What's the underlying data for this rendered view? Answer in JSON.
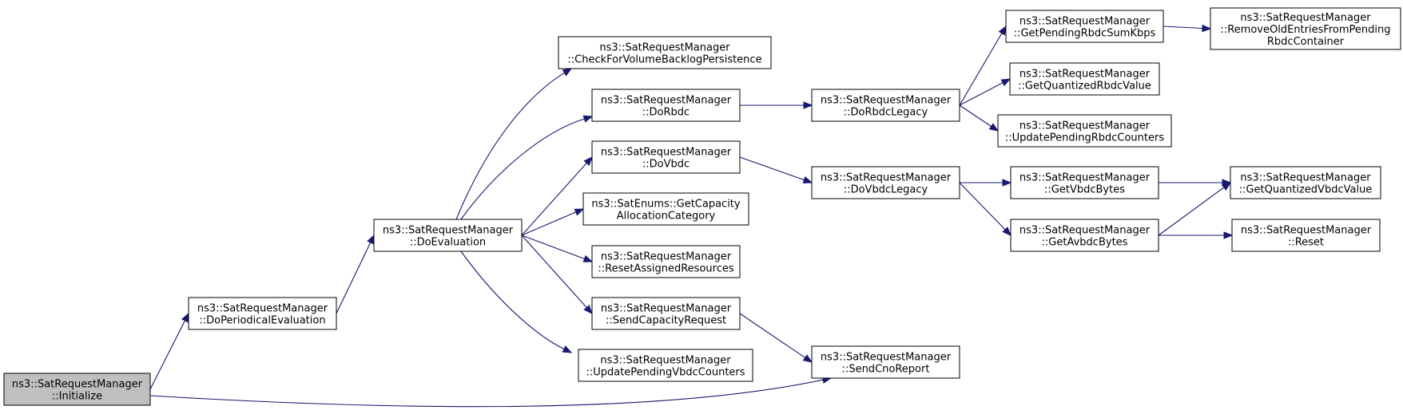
{
  "colors": {
    "edge": "#191970",
    "root_fill": "#bfbfbf",
    "node_fill": "#ffffff",
    "node_border": "#000000"
  },
  "nodes": [
    {
      "id": "initialize",
      "lines": [
        "ns3::SatRequestManager",
        "::Initialize"
      ],
      "root": true
    },
    {
      "id": "do-periodical-evaluation",
      "lines": [
        "ns3::SatRequestManager",
        "::DoPeriodicalEvaluation"
      ]
    },
    {
      "id": "do-evaluation",
      "lines": [
        "ns3::SatRequestManager",
        "::DoEvaluation"
      ]
    },
    {
      "id": "check-for-volume-backlog-persistence",
      "lines": [
        "ns3::SatRequestManager",
        "::CheckForVolumeBacklogPersistence"
      ]
    },
    {
      "id": "do-rbdc",
      "lines": [
        "ns3::SatRequestManager",
        "::DoRbdc"
      ]
    },
    {
      "id": "do-vbdc",
      "lines": [
        "ns3::SatRequestManager",
        "::DoVbdc"
      ]
    },
    {
      "id": "get-capacity-allocation-category",
      "lines": [
        "ns3::SatEnums::GetCapacity",
        "AllocationCategory"
      ]
    },
    {
      "id": "reset-assigned-resources",
      "lines": [
        "ns3::SatRequestManager",
        "::ResetAssignedResources"
      ]
    },
    {
      "id": "send-capacity-request",
      "lines": [
        "ns3::SatRequestManager",
        "::SendCapacityRequest"
      ]
    },
    {
      "id": "update-pending-vbdc-counters",
      "lines": [
        "ns3::SatRequestManager",
        "::UpdatePendingVbdcCounters"
      ]
    },
    {
      "id": "do-rbdc-legacy",
      "lines": [
        "ns3::SatRequestManager",
        "::DoRbdcLegacy"
      ]
    },
    {
      "id": "do-vbdc-legacy",
      "lines": [
        "ns3::SatRequestManager",
        "::DoVbdcLegacy"
      ]
    },
    {
      "id": "send-cno-report",
      "lines": [
        "ns3::SatRequestManager",
        "::SendCnoReport"
      ]
    },
    {
      "id": "get-pending-rbdc-sum-kbps",
      "lines": [
        "ns3::SatRequestManager",
        "::GetPendingRbdcSumKbps"
      ]
    },
    {
      "id": "get-quantized-rbdc-value",
      "lines": [
        "ns3::SatRequestManager",
        "::GetQuantizedRbdcValue"
      ]
    },
    {
      "id": "update-pending-rbdc-counters",
      "lines": [
        "ns3::SatRequestManager",
        "::UpdatePendingRbdcCounters"
      ]
    },
    {
      "id": "get-vbdc-bytes",
      "lines": [
        "ns3::SatRequestManager",
        "::GetVbdcBytes"
      ]
    },
    {
      "id": "get-avbdc-bytes",
      "lines": [
        "ns3::SatRequestManager",
        "::GetAvbdcBytes"
      ]
    },
    {
      "id": "remove-old-entries-from-pending-rbdc-container",
      "lines": [
        "ns3::SatRequestManager",
        "::RemoveOldEntriesFromPending",
        "RbdcContainer"
      ]
    },
    {
      "id": "get-quantized-vbdc-value",
      "lines": [
        "ns3::SatRequestManager",
        "::GetQuantizedVbdcValue"
      ]
    },
    {
      "id": "reset",
      "lines": [
        "ns3::SatRequestManager",
        "::Reset"
      ]
    }
  ],
  "edges": [
    {
      "from": "initialize",
      "to": "do-periodical-evaluation"
    },
    {
      "from": "initialize",
      "to": "send-cno-report"
    },
    {
      "from": "do-periodical-evaluation",
      "to": "do-evaluation"
    },
    {
      "from": "do-evaluation",
      "to": "check-for-volume-backlog-persistence"
    },
    {
      "from": "do-evaluation",
      "to": "do-rbdc"
    },
    {
      "from": "do-evaluation",
      "to": "do-vbdc"
    },
    {
      "from": "do-evaluation",
      "to": "get-capacity-allocation-category"
    },
    {
      "from": "do-evaluation",
      "to": "reset-assigned-resources"
    },
    {
      "from": "do-evaluation",
      "to": "send-capacity-request"
    },
    {
      "from": "do-evaluation",
      "to": "update-pending-vbdc-counters"
    },
    {
      "from": "do-rbdc",
      "to": "do-rbdc-legacy"
    },
    {
      "from": "do-vbdc",
      "to": "do-vbdc-legacy"
    },
    {
      "from": "send-capacity-request",
      "to": "send-cno-report"
    },
    {
      "from": "do-rbdc-legacy",
      "to": "get-pending-rbdc-sum-kbps"
    },
    {
      "from": "do-rbdc-legacy",
      "to": "get-quantized-rbdc-value"
    },
    {
      "from": "do-rbdc-legacy",
      "to": "update-pending-rbdc-counters"
    },
    {
      "from": "get-pending-rbdc-sum-kbps",
      "to": "remove-old-entries-from-pending-rbdc-container"
    },
    {
      "from": "do-vbdc-legacy",
      "to": "get-vbdc-bytes"
    },
    {
      "from": "do-vbdc-legacy",
      "to": "get-avbdc-bytes"
    },
    {
      "from": "get-vbdc-bytes",
      "to": "get-quantized-vbdc-value"
    },
    {
      "from": "get-avbdc-bytes",
      "to": "get-quantized-vbdc-value"
    },
    {
      "from": "get-avbdc-bytes",
      "to": "reset"
    }
  ]
}
